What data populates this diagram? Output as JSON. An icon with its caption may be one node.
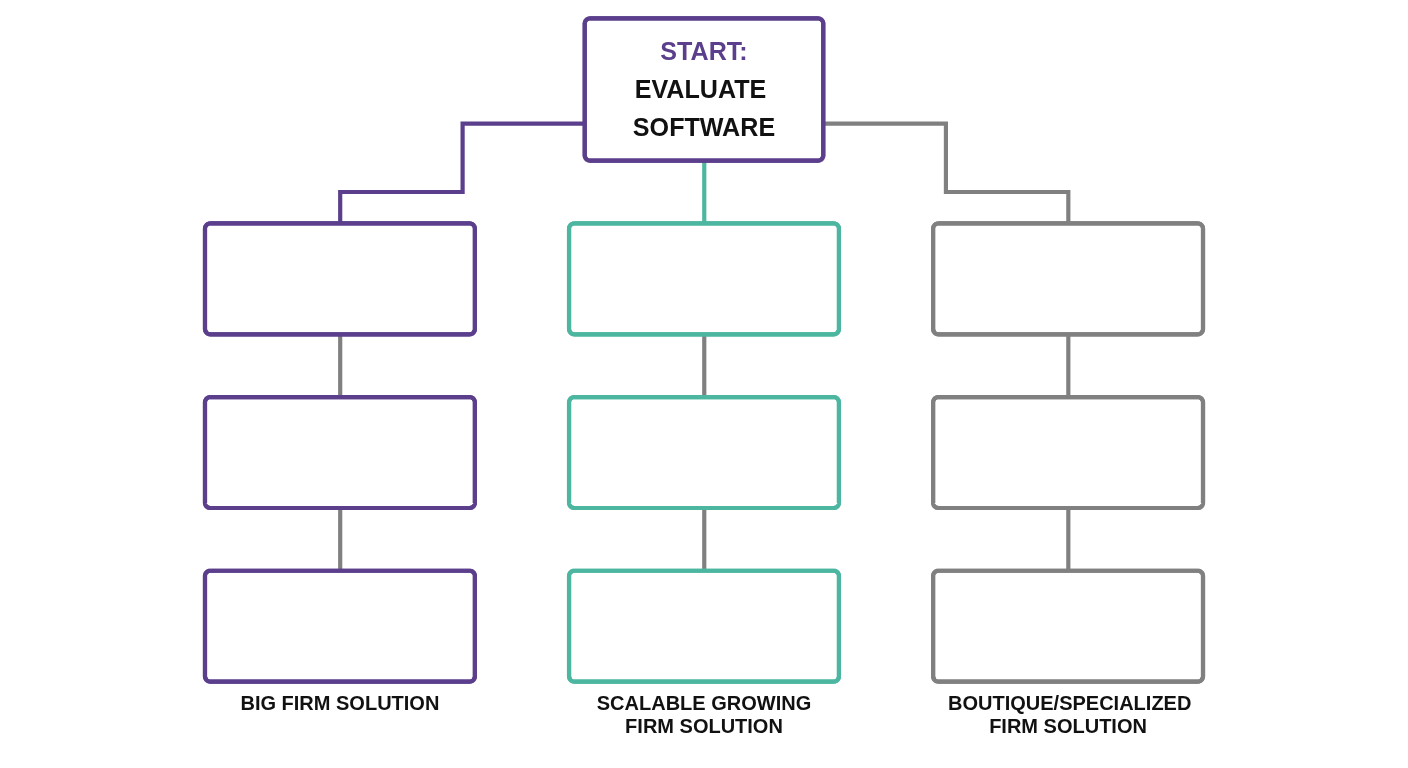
{
  "diagram": {
    "nodes": [
      {
        "text": [
          "START:",
          "EVALUATE SOFTWARE"
        ]
      },
      {
        "text": [],
        "shape": "box"
      },
      {
        "text": [],
        "shape": "box"
      },
      {
        "text": [],
        "shape": "box",
        "beside": [
          "BIG FIRM SOLUTION"
        ]
      },
      {
        "text": [],
        "shape": "box"
      },
      {
        "text": [],
        "shape": "box"
      },
      {
        "text": [],
        "shape": "box",
        "beside": [
          "SCALABLE GROWING FIRM SOLUTION"
        ]
      },
      {
        "text": [],
        "shape": "box"
      },
      {
        "text": [],
        "shape": "box"
      },
      {
        "text": [],
        "shape": "box",
        "beside": [
          "BOUTIQUE/SPECIALIZED FIRM SOLUTION"
        ]
      }
    ],
    "edges": [
      {
        "from": 0,
        "to": 1,
        "arrow": "none",
        "color": "#5b3f8c"
      },
      {
        "from": 0,
        "to": 4,
        "arrow": "none",
        "color": "#4db6a0"
      },
      {
        "from": 0,
        "to": 7,
        "arrow": "none"
      },
      {
        "from": 1,
        "to": 2,
        "arrow": "none"
      },
      {
        "from": 2,
        "to": 3,
        "arrow": "none"
      },
      {
        "from": 4,
        "to": 5,
        "arrow": "none"
      },
      {
        "from": 5,
        "to": 6,
        "arrow": "none"
      },
      {
        "from": 7,
        "to": 8,
        "arrow": "none"
      },
      {
        "from": 8,
        "to": 9,
        "arrow": "none"
      }
    ]
  }
}
